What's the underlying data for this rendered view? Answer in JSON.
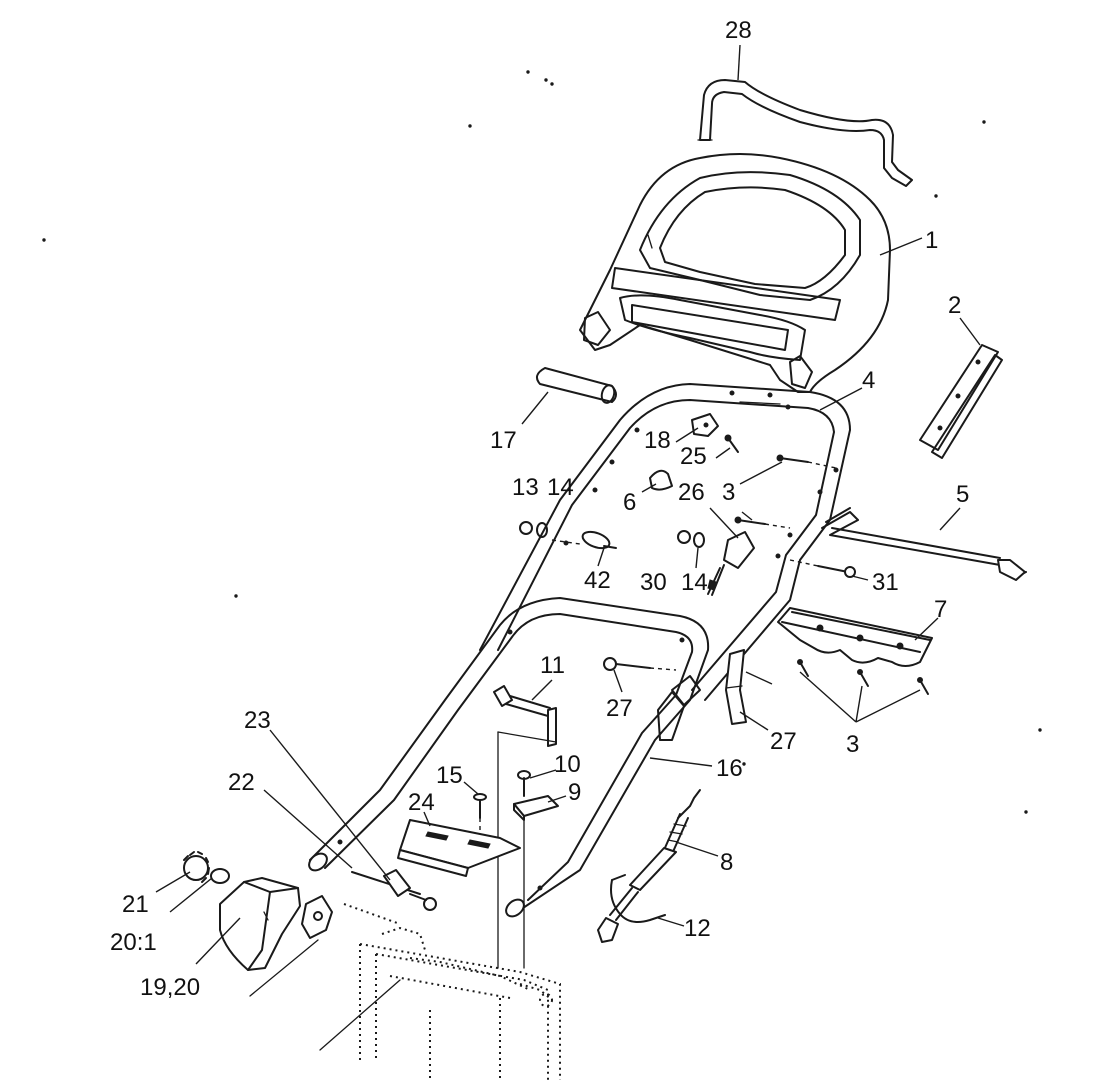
{
  "callouts": [
    {
      "id": "c28",
      "text": "28"
    },
    {
      "id": "c1",
      "text": "1"
    },
    {
      "id": "c2",
      "text": "2"
    },
    {
      "id": "c4",
      "text": "4"
    },
    {
      "id": "c17",
      "text": "17"
    },
    {
      "id": "c18",
      "text": "18"
    },
    {
      "id": "c25",
      "text": "25"
    },
    {
      "id": "c13",
      "text": "13"
    },
    {
      "id": "c14a",
      "text": "14"
    },
    {
      "id": "c6",
      "text": "6"
    },
    {
      "id": "c26",
      "text": "26"
    },
    {
      "id": "c3a",
      "text": "3"
    },
    {
      "id": "c5",
      "text": "5"
    },
    {
      "id": "c42",
      "text": "42"
    },
    {
      "id": "c30",
      "text": "30"
    },
    {
      "id": "c14b",
      "text": "14"
    },
    {
      "id": "c31",
      "text": "31"
    },
    {
      "id": "c7",
      "text": "7"
    },
    {
      "id": "c11",
      "text": "11"
    },
    {
      "id": "c27a",
      "text": "27"
    },
    {
      "id": "c27b",
      "text": "27"
    },
    {
      "id": "c3b",
      "text": "3"
    },
    {
      "id": "c23",
      "text": "23"
    },
    {
      "id": "c22",
      "text": "22"
    },
    {
      "id": "c15",
      "text": "15"
    },
    {
      "id": "c10",
      "text": "10"
    },
    {
      "id": "c9",
      "text": "9"
    },
    {
      "id": "c16",
      "text": "16"
    },
    {
      "id": "c24",
      "text": "24"
    },
    {
      "id": "c8",
      "text": "8"
    },
    {
      "id": "c21",
      "text": "21"
    },
    {
      "id": "c20_1",
      "text": "20:1"
    },
    {
      "id": "c12",
      "text": "12"
    },
    {
      "id": "c19_20",
      "text": "19,20"
    }
  ]
}
